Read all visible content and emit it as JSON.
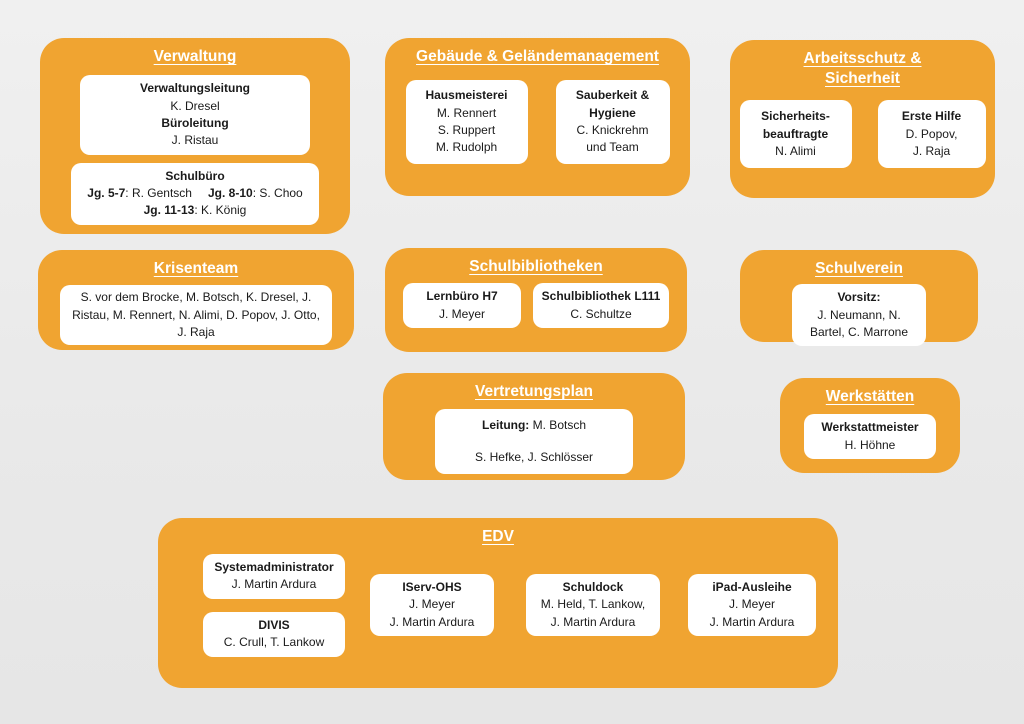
{
  "page": {
    "background_color": "#e9e9e9",
    "accent_color": "#f0a431",
    "card_color": "#ffffff",
    "text_color": "#1a1a1a",
    "title_color": "#ffffff"
  },
  "panels": {
    "verwaltung": {
      "title": "Verwaltung",
      "leitung": {
        "role1": "Verwaltungsleitung",
        "name1": "K. Dresel",
        "role2": "Büroleitung",
        "name2": "J. Ristau"
      },
      "schulbuero": {
        "heading": "Schulbüro",
        "jg57_label": "Jg. 5-7",
        "jg57_value": ": R. Gentsch",
        "jg810_label": "Jg. 8-10",
        "jg810_value": ": S. Choo",
        "jg1113_label": "Jg. 11-13",
        "jg1113_value": ": K. König"
      }
    },
    "gebaeude": {
      "title": "Gebäude & Geländemanagement",
      "hausmeisterei": {
        "heading": "Hausmeisterei",
        "name1": "M. Rennert",
        "name2": "S. Ruppert",
        "name3": "M. Rudolph"
      },
      "sauberkeit": {
        "heading": "Sauberkeit & Hygiene",
        "name1": "C. Knickrehm",
        "name2": "und Team"
      }
    },
    "arbeitsschutz": {
      "title": "Arbeitsschutz & Sicherheit",
      "sicherheitsbeauftragte": {
        "heading": "Sicherheits-beauftragte",
        "name": "N. Alimi"
      },
      "erste_hilfe": {
        "heading": "Erste Hilfe",
        "name1": "D. Popov,",
        "name2": "J. Raja"
      }
    },
    "krisenteam": {
      "title": "Krisenteam",
      "members": "S. vor dem Brocke, M. Botsch, K. Dresel, J. Ristau, M. Rennert, N. Alimi, D. Popov, J. Otto, J. Raja"
    },
    "schulbibliotheken": {
      "title": "Schulbibliotheken",
      "lernbuero": {
        "heading": "Lernbüro H7",
        "name": "J. Meyer"
      },
      "schulbibliothek": {
        "heading": "Schulbibliothek L111",
        "name": "C. Schultze"
      }
    },
    "schulverein": {
      "title": "Schulverein",
      "vorsitz": {
        "heading": "Vorsitz:",
        "names": "J. Neumann, N. Bartel, C. Marrone"
      }
    },
    "vertretungsplan": {
      "title": "Vertretungsplan",
      "leitung_label": "Leitung:",
      "leitung_name": " M. Botsch",
      "team": "S. Hefke, J. Schlösser"
    },
    "werkstaetten": {
      "title": "Werkstätten",
      "meister": {
        "heading": "Werkstattmeister",
        "name": "H. Höhne"
      }
    },
    "edv": {
      "title": "EDV",
      "systemadministrator": {
        "heading": "Systemadministrator",
        "name": "J. Martin Ardura"
      },
      "divis": {
        "heading": "DIVIS",
        "name": "C. Crull, T. Lankow"
      },
      "iserv": {
        "heading": "IServ-OHS",
        "name1": "J. Meyer",
        "name2": "J. Martin Ardura"
      },
      "schuldock": {
        "heading": "Schuldock",
        "name1": "M. Held, T. Lankow,",
        "name2": "J. Martin Ardura"
      },
      "ipad": {
        "heading": "iPad-Ausleihe",
        "name1": "J. Meyer",
        "name2": "J. Martin Ardura"
      }
    }
  }
}
